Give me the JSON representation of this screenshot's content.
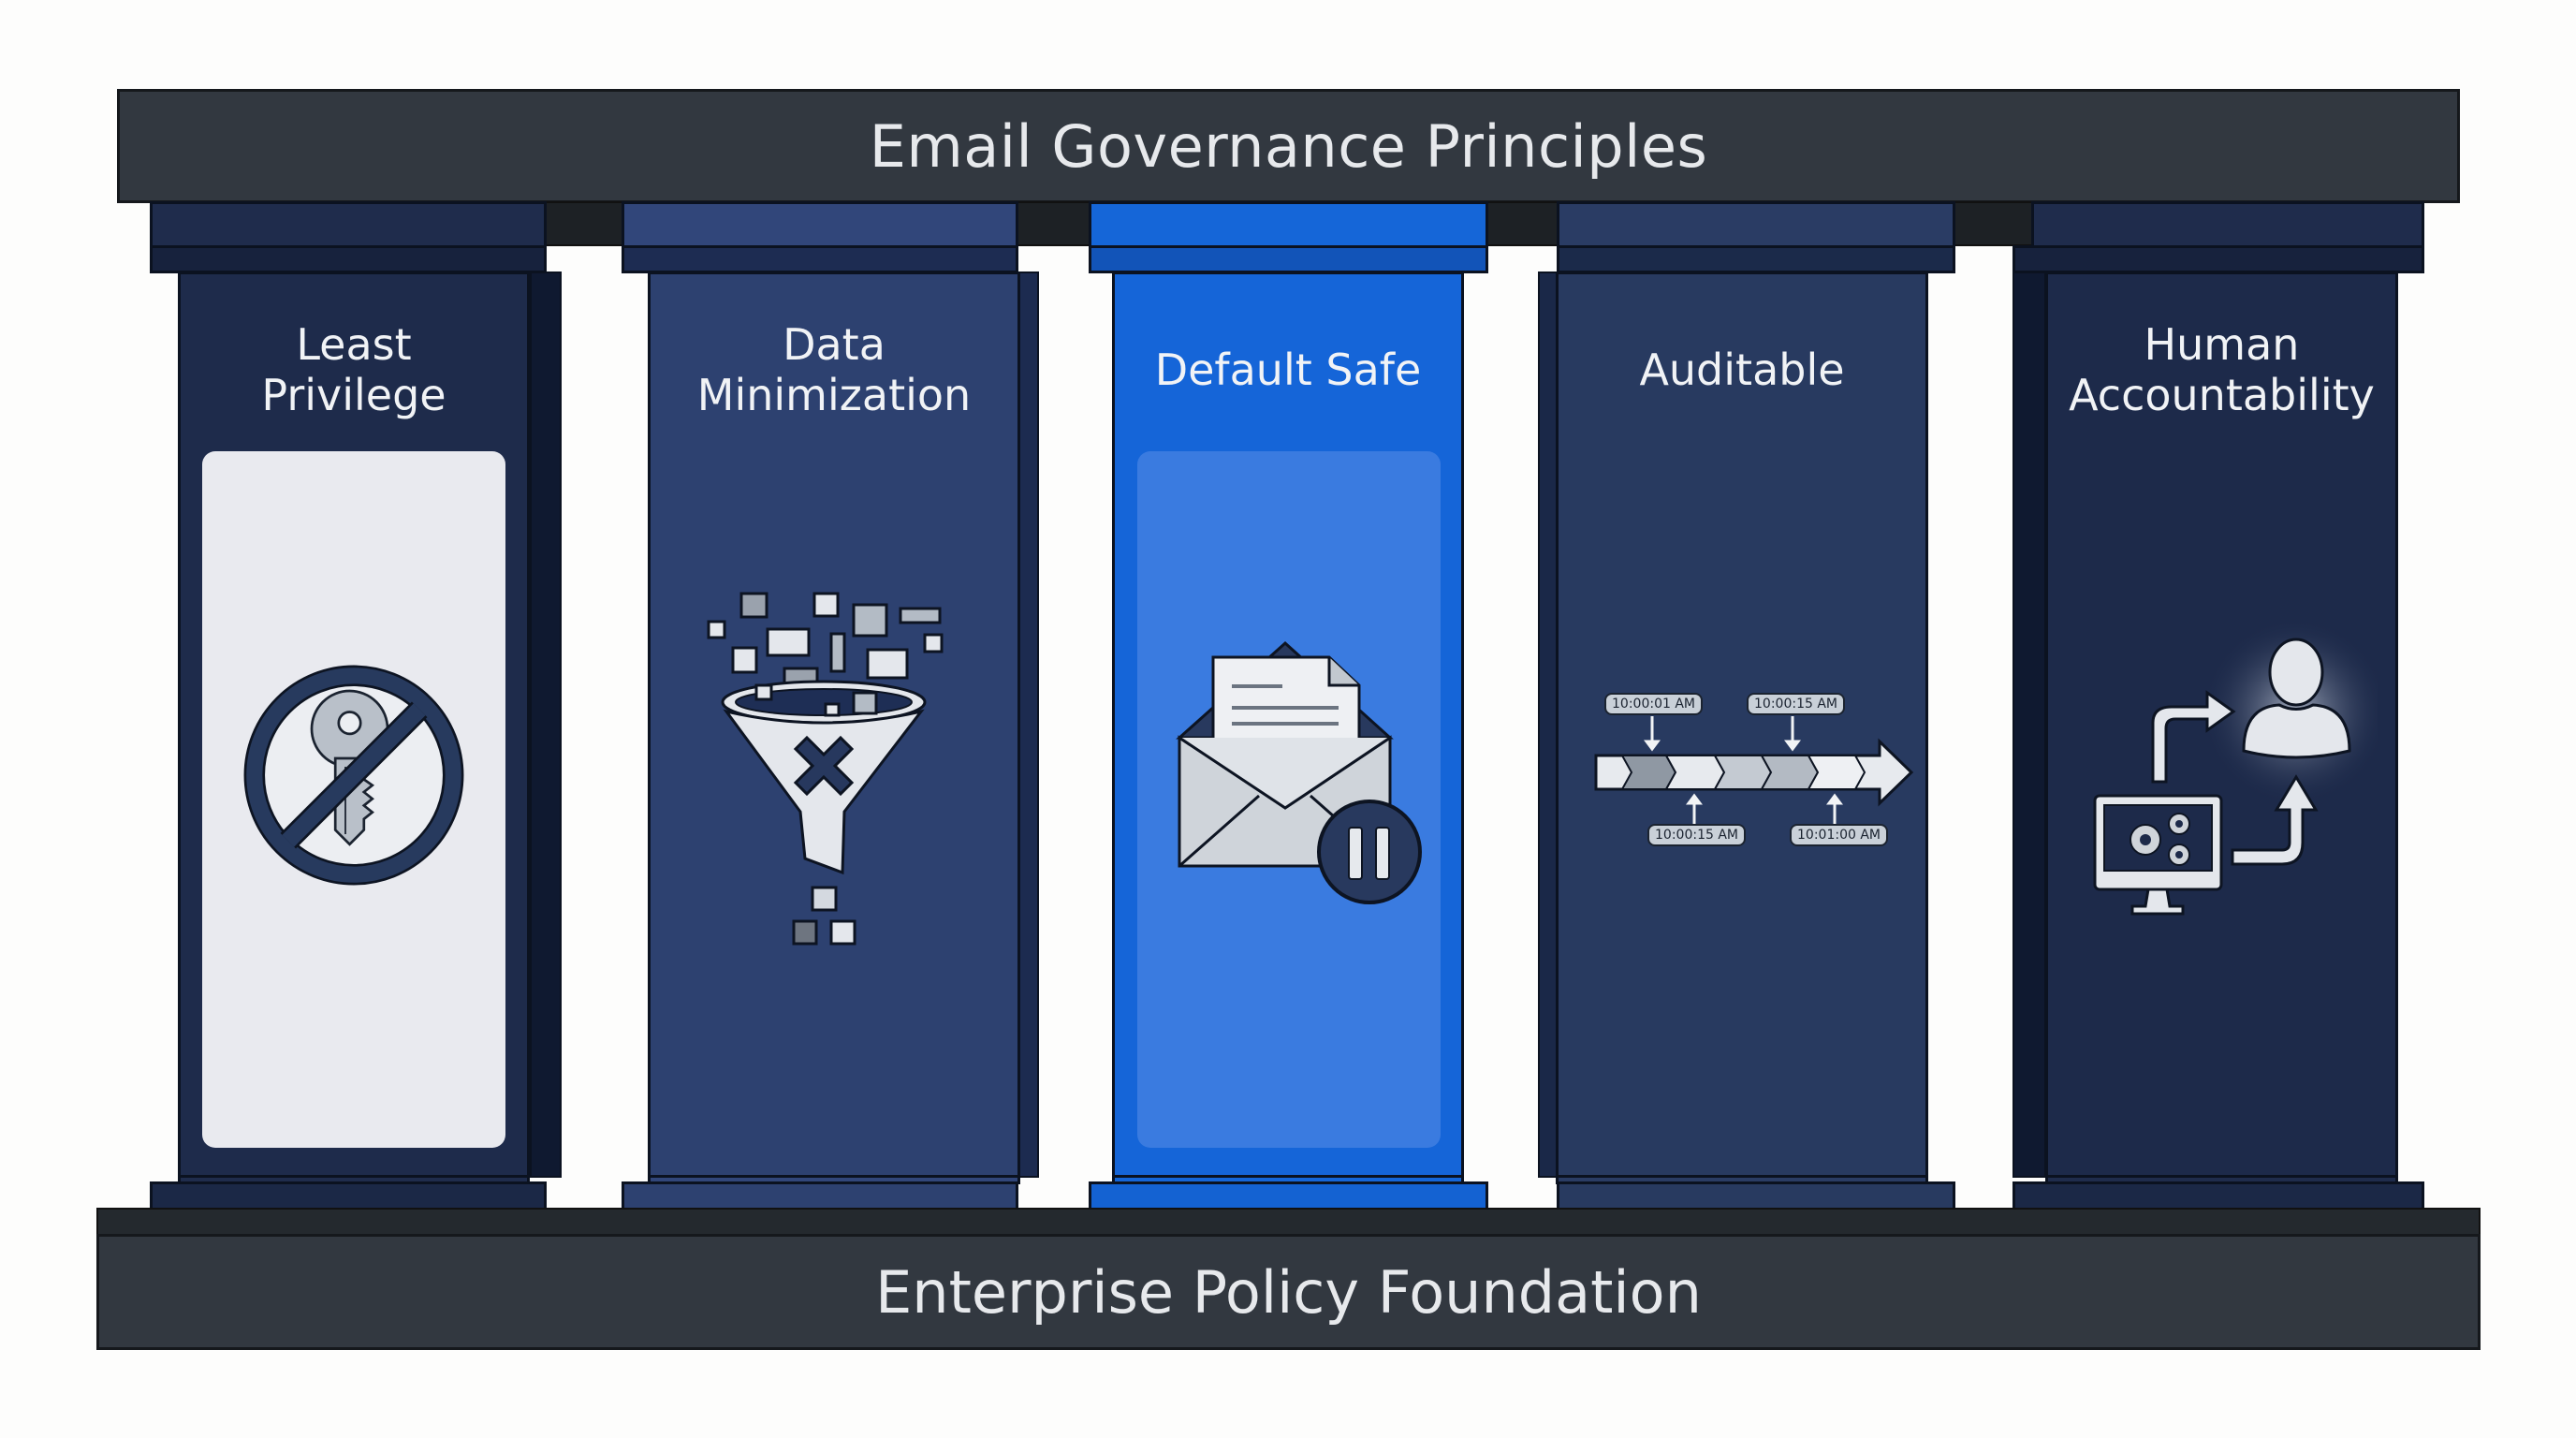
{
  "header": {
    "title": "Email Governance Principles"
  },
  "footer": {
    "title": "Enterprise Policy Foundation"
  },
  "pillars": [
    {
      "title": "Least Privilege",
      "line1": "Least",
      "line2": "Privilege",
      "icon": "no-key-icon",
      "color": "#1e2b4b"
    },
    {
      "title": "Data Minimization",
      "line1": "Data",
      "line2": "Minimization",
      "icon": "funnel-filter-icon",
      "color": "#2d4170"
    },
    {
      "title": "Default Safe",
      "line1": "Default Safe",
      "icon": "envelope-pause-icon",
      "color": "#1565d8",
      "highlighted": true
    },
    {
      "title": "Auditable",
      "line1": "Auditable",
      "icon": "timeline-icon",
      "color": "#283a60"
    },
    {
      "title": "Human Accountability",
      "line1": "Human",
      "line2": "Accountability",
      "icon": "computer-to-person-icon",
      "color": "#1d2a4a"
    }
  ],
  "timeline": {
    "top_labels": [
      "10:00:01 AM",
      "10:00:15 AM"
    ],
    "bottom_labels": [
      "10:00:15 AM",
      "10:01:00 AM"
    ]
  },
  "colors": {
    "beam": "#323840",
    "accent": "#1565d8",
    "panel_light": "#e9eaef",
    "panel_blue": "#3a7be0"
  }
}
